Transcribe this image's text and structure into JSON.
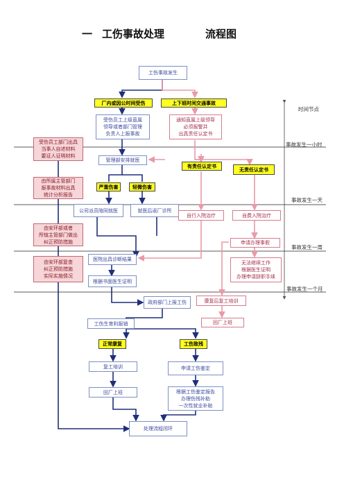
{
  "title": {
    "part1": "一",
    "part2": "工伤事故处理",
    "part3": "流程图"
  },
  "time_labels": {
    "header": "时间节点",
    "t1": "事故发生一小时",
    "t2": "事故发生一天",
    "t3": "事故发生一周",
    "t4": "事故发生一个月"
  },
  "nodes": {
    "start": "工伤事故发生",
    "plant_injury": "厂内或因公时间受伤",
    "commute_accident": "上下班时间交通事故",
    "report_supervisor": "受伤员工上级直属\n领导或者部门管理\n负责人上报事故",
    "notify_supervisor": "通知直属上级领导\n必须报警并\n出具责任认定书",
    "hr_arrange_medical": "管理部安排就医",
    "liable": "有责任认定书",
    "not_liable": "无责任认定书",
    "serious_injury": "严重伤害",
    "minor_injury": "轻微伤害",
    "company_hospital": "公司派员陪同就医",
    "go_to_hospital": "就医后返厂诊所",
    "self_treatment": "自行入院治疗",
    "self_hospital": "自费入院治疗",
    "apply_leave": "申请办理事假",
    "hospital_diagnosis": "医院出具诊断结果",
    "sick_leave_cert": "根据书面医生证明",
    "unable_work": "无法继续工作\n根据医生证明\n办理申请辞职手续",
    "gov_report": "政府部门上报工伤",
    "rehab_training": "康复后复工培训",
    "reimbursement": "工伤生育利报销",
    "return_factory_right": "回厂上班",
    "normal_recovery": "正常康复",
    "disability": "工伤致残",
    "return_training": "复工培训",
    "apply_assessment": "申请工伤鉴定",
    "return_factory_left": "回厂上班",
    "disability_report": "根据工伤鉴定报告\n办理伤残补助\n一次性就业补助",
    "close_case": "处理流程闭环"
  },
  "left_side": {
    "l1": "受伤员工部门出具\n当事人自述材料\n要证人证明材料",
    "l2": "由所属主管部门\n报事故材料出具\n统计分析报告",
    "l3": "由安环部或者\n所辖主管部门做出\n纠正预防措施",
    "l4": "由安环部复查\n纠正预防措施\n实际实施情况"
  },
  "colors": {
    "blue_line": "#1f2f7a",
    "pink_line": "#e89aa8",
    "tag_fill": "#ffff20",
    "left_fill": "#f6d6d8"
  }
}
